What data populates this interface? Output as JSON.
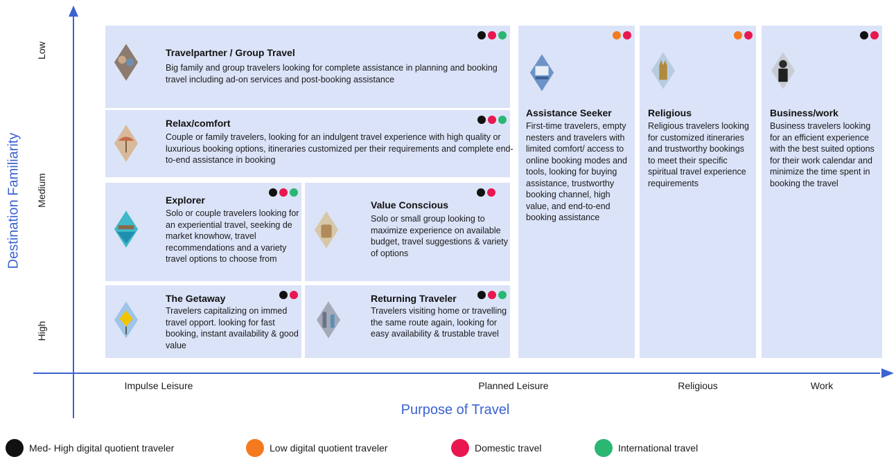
{
  "axes": {
    "y_title": "Destination Familiarity",
    "y_ticks": [
      "Low",
      "Medium",
      "High"
    ],
    "x_title": "Purpose of Travel",
    "x_ticks": [
      "Impulse Leisure",
      "Planned Leisure",
      "Religious",
      "Work"
    ]
  },
  "colors": {
    "axis": "#3b63d1",
    "card_bg": "#dbe3f8",
    "black": "#111111",
    "orange": "#f47a20",
    "red": "#e8174f",
    "green": "#2bb673"
  },
  "cards": {
    "travel_partner": {
      "title": "Travelpartner / Group Travel",
      "desc": "Big family and group travelers looking for complete assistance in planning and booking travel including ad-on services and post-booking assistance",
      "dots": [
        "black",
        "red",
        "green"
      ]
    },
    "relax": {
      "title": "Relax/comfort",
      "desc": "Couple or family travelers, looking for an indulgent travel experience with high quality or luxurious booking options, itineraries customized per their requirements and complete end-to-end assistance in booking",
      "dots": [
        "black",
        "red",
        "green"
      ]
    },
    "explorer": {
      "title": "Explorer",
      "desc": "Solo or couple travelers looking for an experiential travel, seeking de market knowhow, travel recommendations and a variety travel options to choose from",
      "dots": [
        "black",
        "red",
        "green"
      ]
    },
    "value": {
      "title": "Value Conscious",
      "desc": "Solo or small group looking to maximize experience on available budget, travel suggestions & variety of options",
      "dots": [
        "black",
        "red"
      ]
    },
    "getaway": {
      "title": "The Getaway",
      "desc": "Travelers capitalizing on immed travel opport. looking for fast booking, instant availability & good value",
      "dots": [
        "black",
        "red"
      ]
    },
    "returning": {
      "title": "Returning Traveler",
      "desc": "Travelers visiting home or travelling the same route again, looking for easy availability & trustable travel",
      "dots": [
        "black",
        "red",
        "green"
      ]
    },
    "assistance": {
      "title": "Assistance Seeker",
      "desc": "First-time travelers, empty nesters and travelers with limited comfort/ access to online booking modes and tools, looking for buying assistance, trustworthy booking channel, high value, and end-to-end booking assistance",
      "dots": [
        "orange",
        "red"
      ]
    },
    "religious": {
      "title": "Religious",
      "desc": "Religious travelers looking for customized itineraries and trustworthy bookings to meet their specific spiritual travel experience requirements",
      "dots": [
        "orange",
        "red"
      ]
    },
    "business": {
      "title": "Business/work",
      "desc": "Business travelers looking for an efficient experience with the best suited options for their work calendar and minimize the time spent in booking the travel",
      "dots": [
        "black",
        "red"
      ]
    }
  },
  "legend": [
    {
      "color": "black",
      "label": "Med- High digital quotient traveler"
    },
    {
      "color": "orange",
      "label": "Low digital quotient traveler"
    },
    {
      "color": "red",
      "label": "Domestic travel"
    },
    {
      "color": "green",
      "label": "International travel"
    }
  ]
}
